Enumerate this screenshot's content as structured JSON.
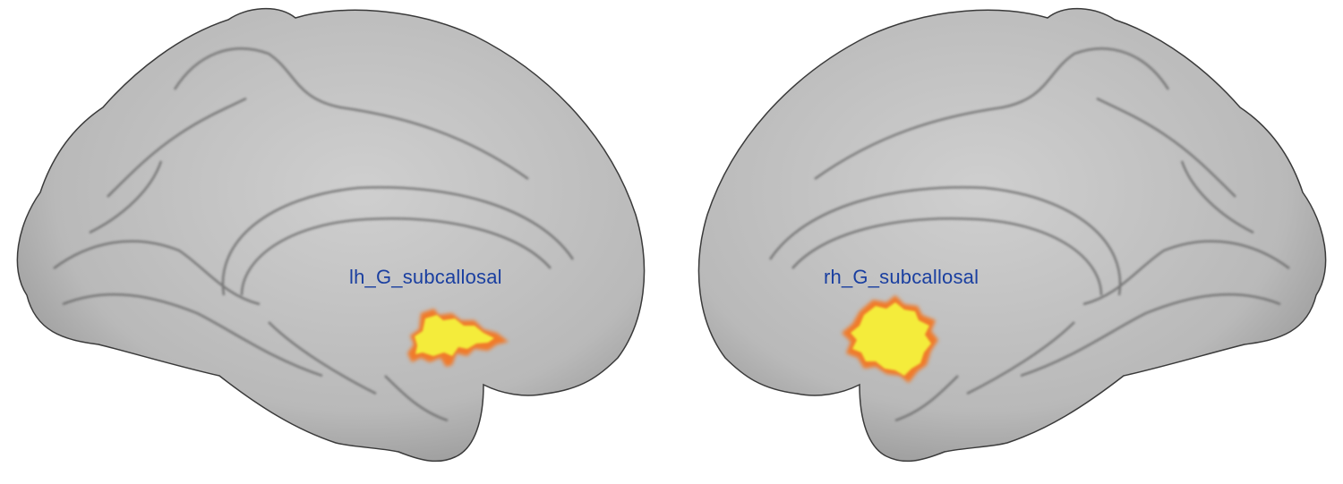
{
  "figure": {
    "panels": [
      {
        "hemisphere": "left",
        "view": "medial",
        "region_label": "lh_G_subcallosal",
        "highlight_colors": {
          "core": "#f4ec3a",
          "edge": "#f07a2a"
        }
      },
      {
        "hemisphere": "right",
        "view": "medial",
        "region_label": "rh_G_subcallosal",
        "highlight_colors": {
          "core": "#f4ec3a",
          "edge": "#f07a2a"
        }
      }
    ],
    "surface_color": "#bdbdbd",
    "outline_color": "#3a3a3a",
    "label_color": "#1a3fa0"
  }
}
